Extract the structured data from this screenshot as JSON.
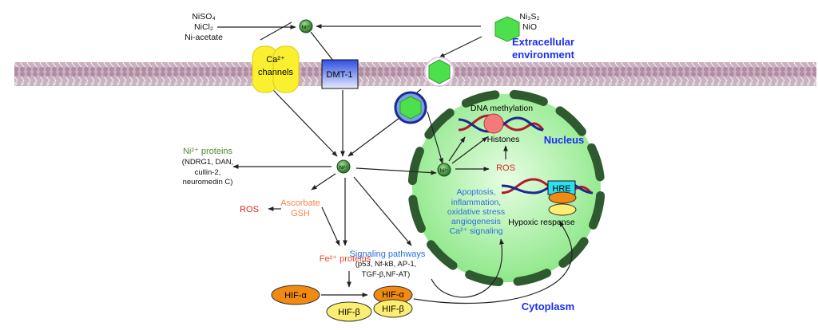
{
  "sources_soluble": [
    "NiSO₄",
    "NiCl₂",
    "Ni-acetate"
  ],
  "sources_insoluble": [
    "Ni₃S₂",
    "NiO"
  ],
  "ni_ion": "Ni²⁺",
  "extracellular": [
    "Extracellular",
    "environment"
  ],
  "ca_channels": [
    "Ca²⁺",
    "channels"
  ],
  "dmt1": "DMT-1",
  "ni_proteins": {
    "title": "Ni²⁺ proteins",
    "lines": [
      "(NDRG1, DAN,",
      "cullin-2,",
      "neuromedin C)"
    ]
  },
  "ros": "ROS",
  "antioxidants": [
    "Ascorbate",
    "GSH"
  ],
  "fe_proteins": "Fe²⁺ proteins",
  "signaling": {
    "title": "Signaling pathways",
    "lines": [
      "(p53, Nf-kB, AP-1,",
      "TGF-β,NF-AT)"
    ]
  },
  "hif_a": "HIF-α",
  "hif_b": "HIF-β",
  "nucleus": {
    "label": "Nucleus",
    "dna_methylation": "DNA methylation",
    "histones": "Histones",
    "ros": "ROS",
    "effects": [
      "Apoptosis,",
      "inflammation,",
      "oxidative stress",
      "angiogenesis",
      "Ca²⁺ signaling"
    ],
    "hre": "HRE",
    "hypoxic": "Hypoxic response"
  },
  "cytoplasm": "Cytoplasm",
  "colors": {
    "membrane": "#b99aac",
    "nucleus": "#aef2a8",
    "blue_label": "#1a2ef5",
    "ros": "#d02a1c",
    "green_label": "#4f8a2a",
    "orange_label": "#f5874a",
    "signal": "#2a6ee0"
  }
}
